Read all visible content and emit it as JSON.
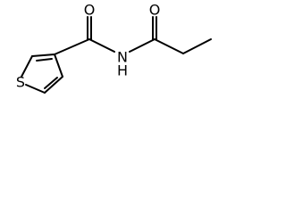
{
  "atoms": {
    "sulfur": "S",
    "carbonyl_oxygen_1": "O",
    "amide_nitrogen": "N",
    "nitrogen_hydrogen": "H",
    "carbonyl_oxygen_2": "O"
  },
  "colors": {
    "bond": "#000000",
    "label": "#000000",
    "background": "#ffffff"
  }
}
